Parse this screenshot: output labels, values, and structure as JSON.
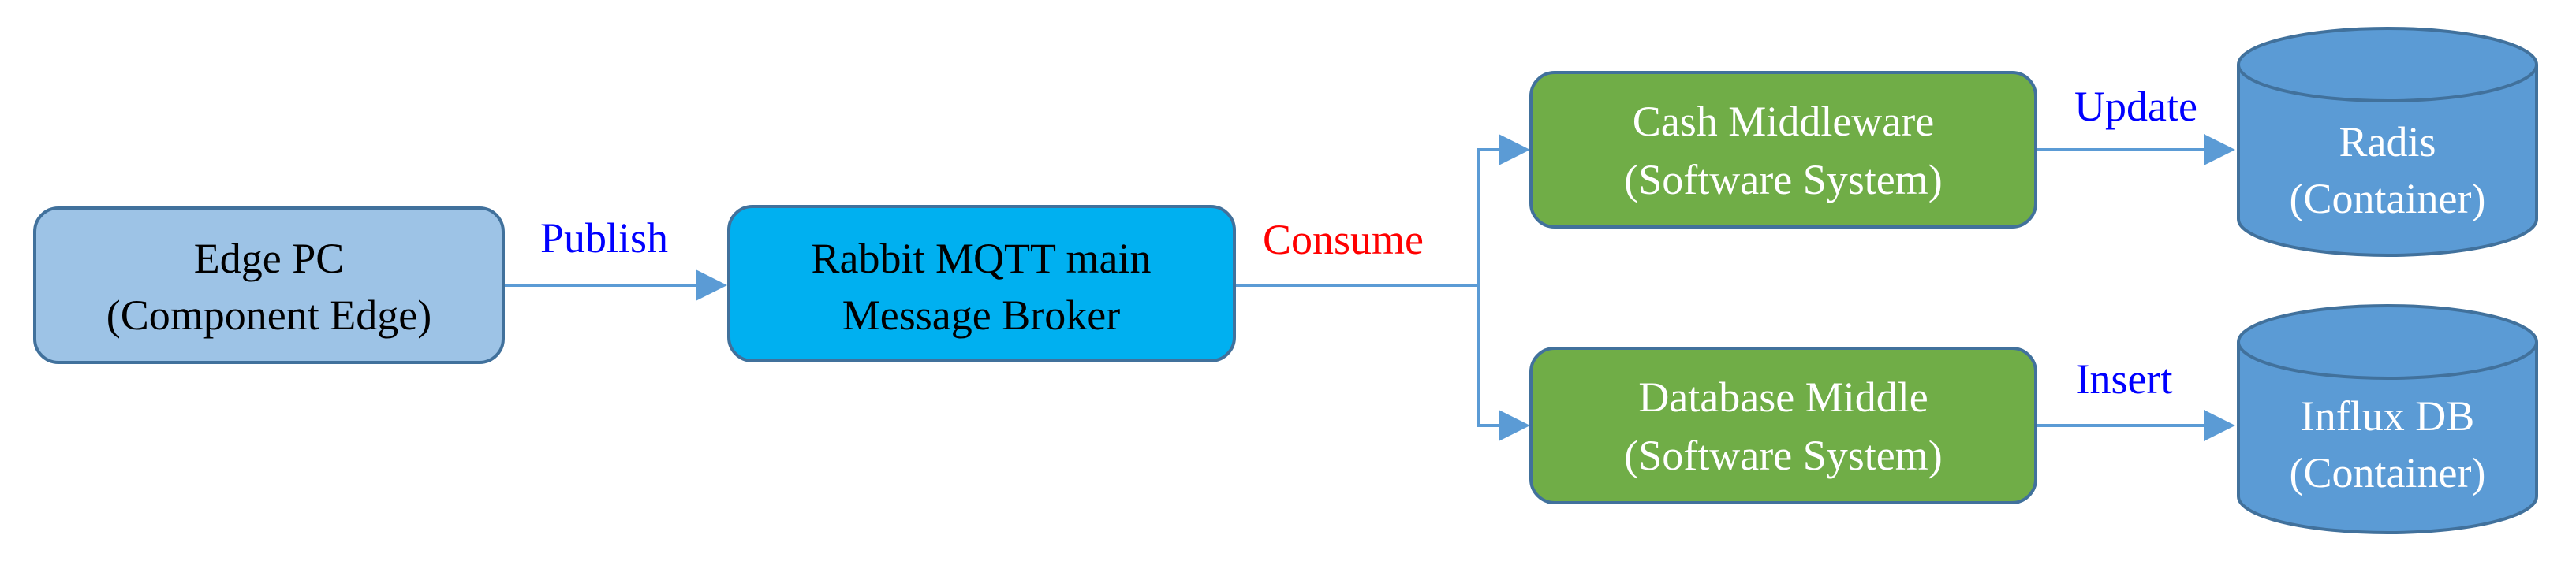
{
  "nodes": {
    "edge_pc": {
      "line1": "Edge PC",
      "line2": "(Component Edge)",
      "fill": "#9DC3E6",
      "stroke": "#41719C"
    },
    "broker": {
      "line1": "Rabbit MQTT main",
      "line2": "Message Broker",
      "fill": "#00B0F0",
      "stroke": "#41719C"
    },
    "cash_middleware": {
      "line1": "Cash Middleware",
      "line2": "(Software System)",
      "fill": "#70AD47",
      "stroke": "#41719C",
      "text_color": "#FFFFFF"
    },
    "database_middle": {
      "line1": "Database Middle",
      "line2": "(Software System)",
      "fill": "#70AD47",
      "stroke": "#41719C",
      "text_color": "#FFFFFF"
    },
    "radis": {
      "line1": "Radis",
      "line2": "(Container)",
      "fill": "#5B9BD5",
      "stroke": "#41719C",
      "text_color": "#FFFFFF"
    },
    "influx": {
      "line1": "Influx DB",
      "line2": "(Container)",
      "fill": "#5B9BD5",
      "stroke": "#41719C",
      "text_color": "#FFFFFF"
    }
  },
  "edges": {
    "publish": {
      "label": "Publish",
      "color": "#0000FF"
    },
    "consume": {
      "label": "Consume",
      "color": "#FF0000"
    },
    "update": {
      "label": "Update",
      "color": "#0000FF"
    },
    "insert": {
      "label": "Insert",
      "color": "#0000FF"
    }
  },
  "connector_color": "#5B9BD5"
}
